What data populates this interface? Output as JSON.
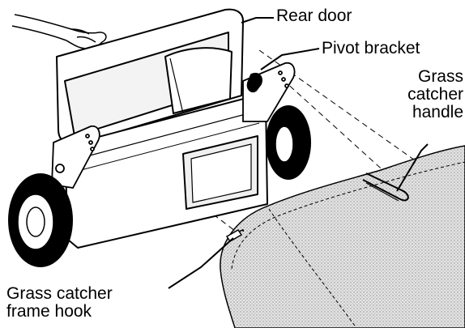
{
  "labels": {
    "rear_door": "Rear door",
    "pivot_bracket": "Pivot bracket",
    "catcher_handle": [
      "Grass",
      "catcher",
      "handle"
    ],
    "frame_hook": [
      "Grass catcher",
      "frame hook"
    ]
  },
  "colors": {
    "ink": "#000000",
    "paper": "#ffffff",
    "bag_fill": "#d9d9d9"
  }
}
